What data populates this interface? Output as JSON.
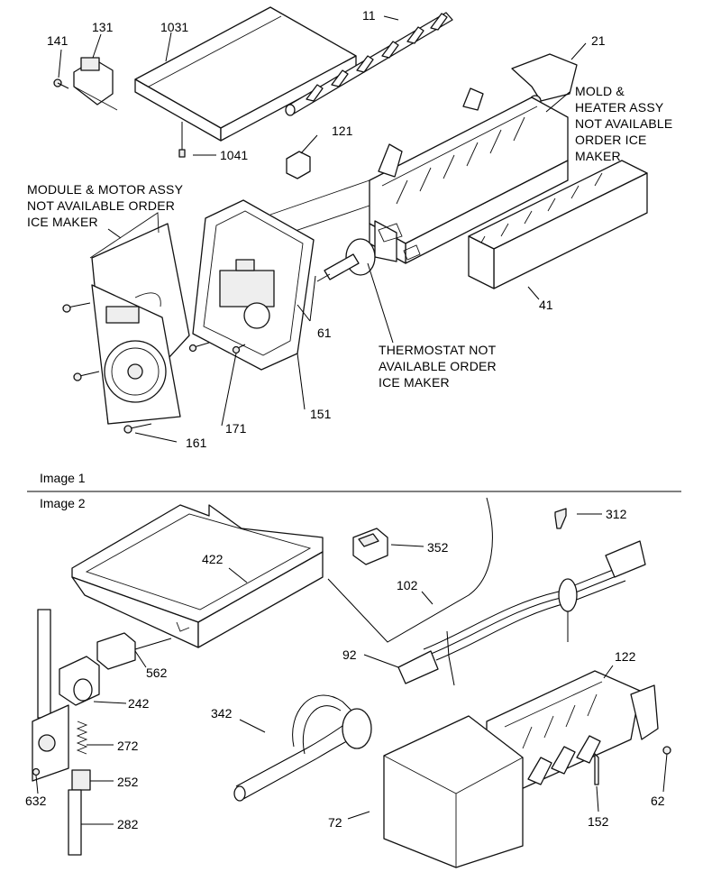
{
  "image1": {
    "caption": "Image 1",
    "labels": {
      "p141": "141",
      "p131": "131",
      "p1031": "1031",
      "p11": "11",
      "p21": "21",
      "p121": "121",
      "p1041": "1041",
      "p41": "41",
      "p61": "61",
      "p151": "151",
      "p171": "171",
      "p161": "161"
    },
    "notes": {
      "mold": [
        "MOLD &",
        "HEATER ASSY",
        "NOT AVAILABLE",
        "ORDER ICE",
        "MAKER"
      ],
      "module": [
        "MODULE & MOTOR ASSY",
        "NOT AVAILABLE ORDER",
        "ICE MAKER"
      ],
      "thermostat": [
        "THERMOSTAT NOT",
        "AVAILABLE ORDER",
        "ICE MAKER"
      ]
    }
  },
  "image2": {
    "caption": "Image 2",
    "labels": {
      "p312": "312",
      "p352": "352",
      "p422": "422",
      "p102": "102",
      "p92": "92",
      "p122": "122",
      "p562": "562",
      "p242": "242",
      "p342": "342",
      "p272": "272",
      "p252": "252",
      "p632": "632",
      "p282": "282",
      "p72": "72",
      "p152": "152",
      "p62": "62"
    }
  }
}
